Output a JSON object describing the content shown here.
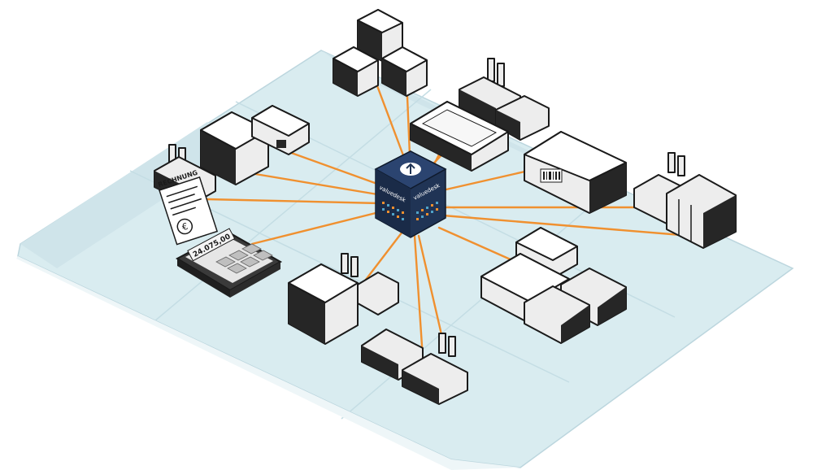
{
  "hub": {
    "brand_left": "valuedesk",
    "brand_right": "valuedesk",
    "icon": "cloud-upload-icon"
  },
  "receipt": {
    "title": "RECHNUNG",
    "currency_symbol": "€"
  },
  "calculator": {
    "display": "24.075,00"
  },
  "colors": {
    "connector": "#f0902f",
    "map": "#d9ecf0",
    "map_dark": "#cfe4ea",
    "hub": "#203455",
    "building_dark": "#262626",
    "building_light": "#ededed"
  }
}
